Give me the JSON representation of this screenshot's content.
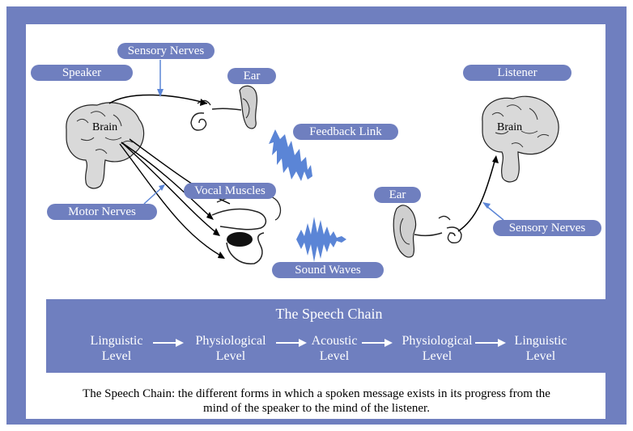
{
  "labels": {
    "sensory_nerves_top": "Sensory Nerves",
    "speaker": "Speaker",
    "ear_top": "Ear",
    "listener": "Listener",
    "feedback_link": "Feedback Link",
    "vocal_muscles": "Vocal Muscles",
    "motor_nerves": "Motor Nerves",
    "ear_right": "Ear",
    "sensory_nerves_right": "Sensory  Nerves",
    "sound_waves": "Sound Waves",
    "brain_left": "Brain",
    "brain_right": "Brain"
  },
  "chain": {
    "title": "The Speech Chain",
    "levels": [
      {
        "line1": "Linguistic",
        "line2": "Level"
      },
      {
        "line1": "Physiological",
        "line2": "Level"
      },
      {
        "line1": "Acoustic",
        "line2": "Level"
      },
      {
        "line1": "Physiological",
        "line2": "Level"
      },
      {
        "line1": "Linguistic",
        "line2": "Level"
      }
    ]
  },
  "caption": {
    "line1": "The Speech Chain: the different forms in which a spoken message exists in its progress from the",
    "line2": "mind of the speaker to the mind of the listener."
  },
  "colors": {
    "accent": "#6f7fbf",
    "wave": "#5b85d6",
    "line": "#000000"
  }
}
